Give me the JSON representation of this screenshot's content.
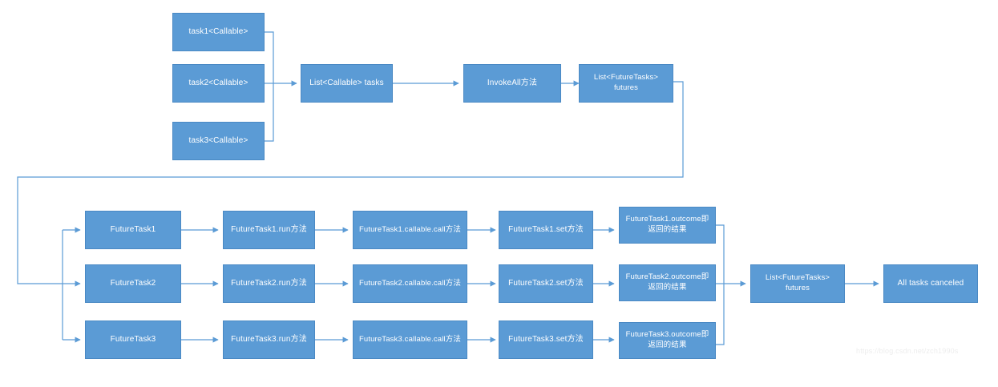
{
  "diagram": {
    "title": "FutureTask invokeAll flow",
    "colors": {
      "node_fill": "#5B9BD5",
      "node_border": "#4A89C4",
      "node_text": "#FFFFFF",
      "edge": "#5B9BD5",
      "background": "#FFFFFF",
      "watermark": "#EDEDED"
    },
    "watermark": "https://blog.csdn.net/zch1990s",
    "nodes": {
      "task1": "task1<Callable>",
      "task2": "task2<Callable>",
      "task3": "task3<Callable>",
      "callable_list": "List<Callable> tasks",
      "invoke_all": "InvokeAll方法",
      "futures_top": "List<FutureTasks> futures",
      "futuretask1": "FutureTask1",
      "futuretask2": "FutureTask2",
      "futuretask3": "FutureTask3",
      "run1": "FutureTask1.run方法",
      "run2": "FutureTask2.run方法",
      "run3": "FutureTask3.run方法",
      "call1": "FutureTask1.callable.call方法",
      "call2": "FutureTask2.callable.call方法",
      "call3": "FutureTask3.callable.call方法",
      "set1": "FutureTask1.set方法",
      "set2": "FutureTask2.set方法",
      "set3": "FutureTask3.set方法",
      "outcome1": "FutureTask1.outcome即\n返回的结果",
      "outcome2": "FutureTask2.outcome即\n返回的结果",
      "outcome3": "FutureTask3.outcome即\n返回的结果",
      "futures_bottom": "List<FutureTasks> futures",
      "all_canceled": "All tasks canceled"
    }
  }
}
